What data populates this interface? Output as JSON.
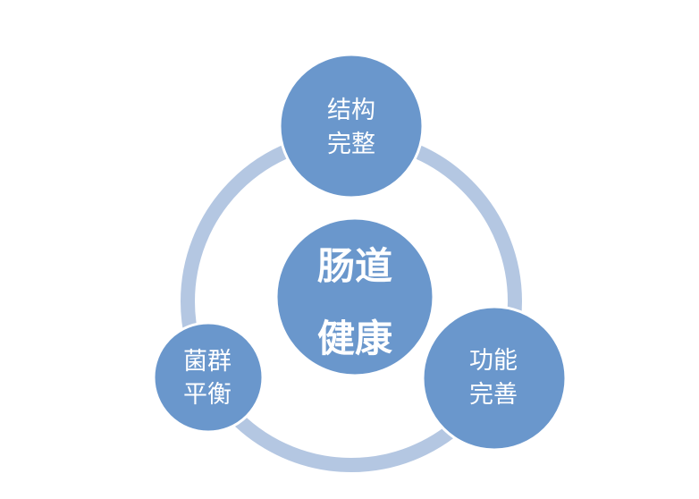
{
  "diagram": {
    "center": {
      "line1": "肠道",
      "line2": "健康"
    },
    "top": {
      "line1": "结构",
      "line2": "完整"
    },
    "right": {
      "line1": "功能",
      "line2": "完善"
    },
    "left": {
      "line1": "菌群",
      "line2": "平衡"
    }
  },
  "colors": {
    "ring": "#b4c7e2",
    "node": "#6a97cc",
    "node_border": "#ffffff",
    "text": "#ffffff"
  }
}
